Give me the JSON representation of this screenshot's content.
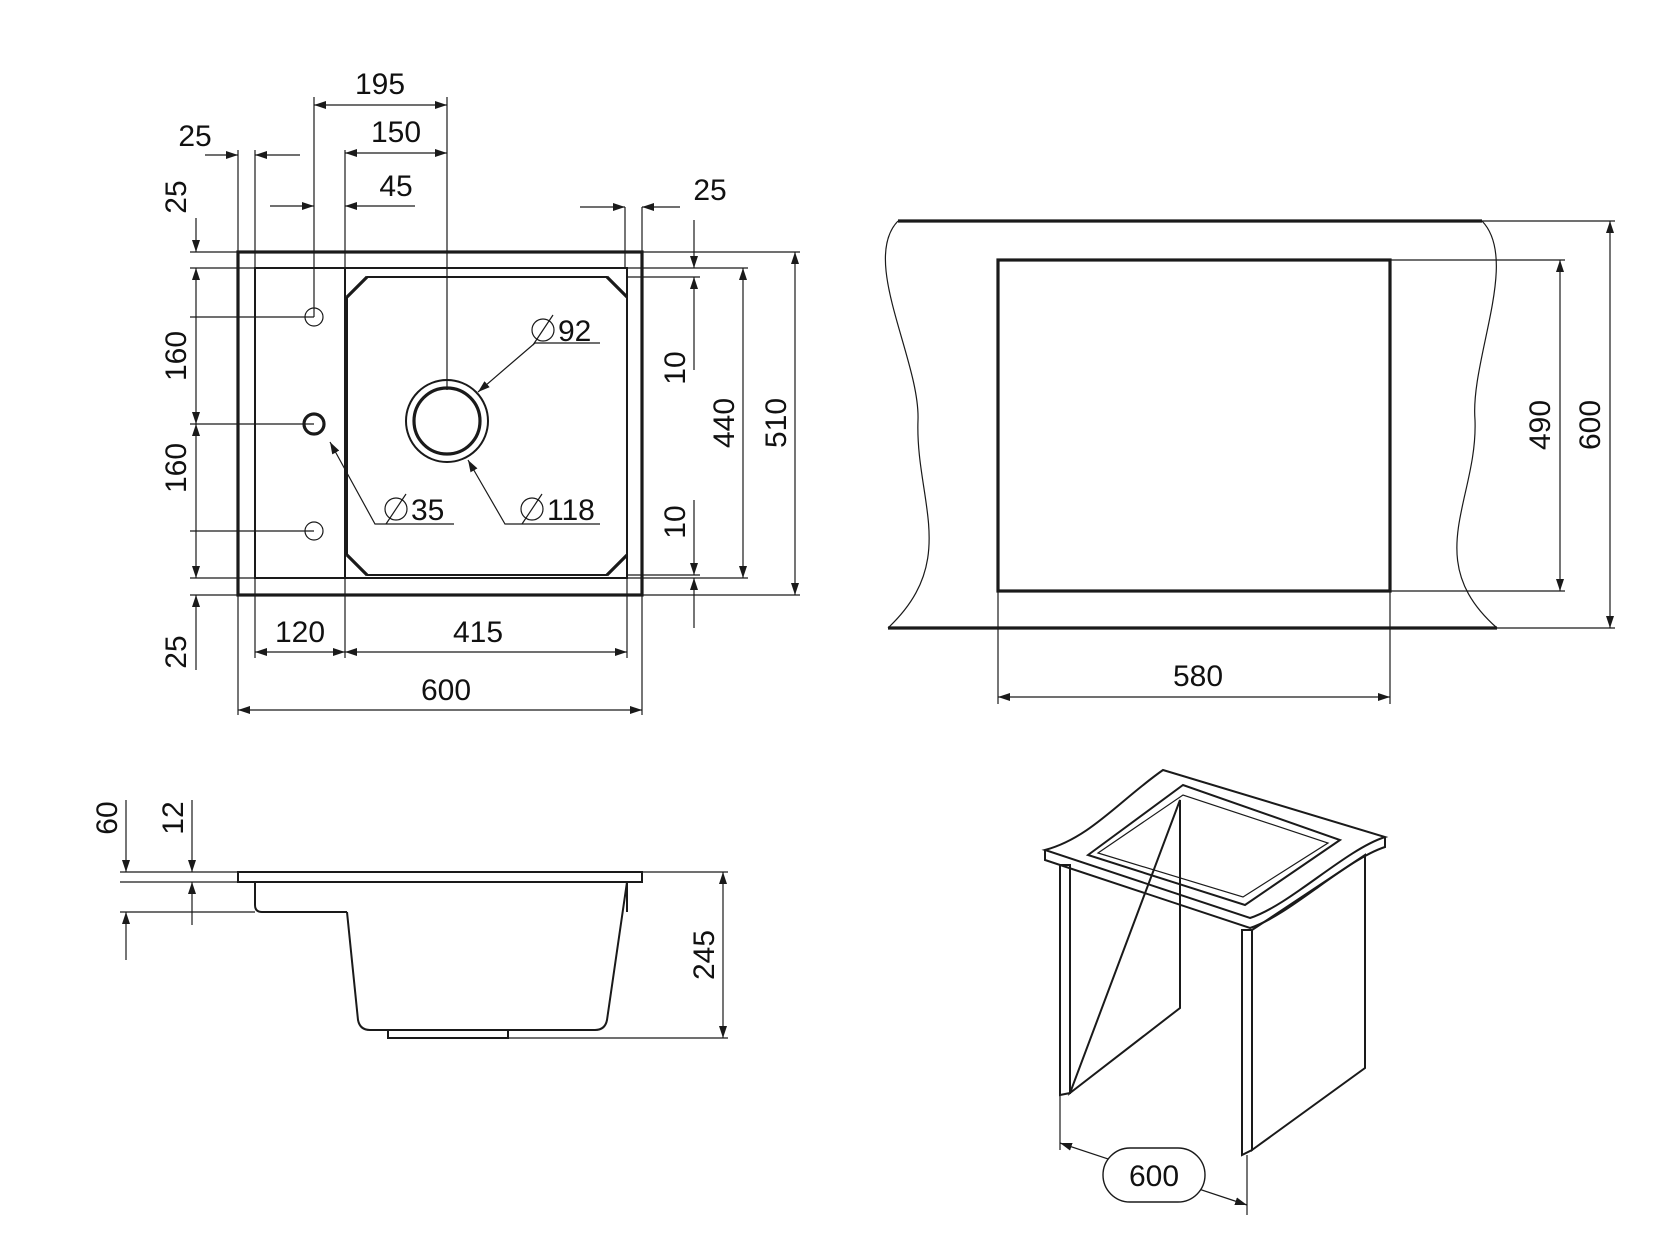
{
  "colors": {
    "line": "#1a1a1a",
    "background": "#ffffff"
  },
  "icons": {
    "diameter": "diameter-symbol"
  },
  "top_view": {
    "dims": {
      "d195": "195",
      "d150": "150",
      "d45": "45",
      "d25_top": "25",
      "d25_left_v": "25",
      "d25_right": "25",
      "d25_bottom": "25",
      "d160_a": "160",
      "d160_b": "160",
      "d120": "120",
      "d415": "415",
      "d600": "600",
      "d10_a": "10",
      "d10_b": "10",
      "d440": "440",
      "d510": "510"
    },
    "diameters": {
      "drain_inner": "92",
      "drain_outer": "118",
      "tap_hole": "35"
    }
  },
  "cutout_view": {
    "dims": {
      "width": "580",
      "depth_inner": "490",
      "depth_outer": "600"
    }
  },
  "side_view": {
    "dims": {
      "d60": "60",
      "d12": "12",
      "d245": "245"
    }
  },
  "cabinet_view": {
    "dims": {
      "width": "600"
    }
  }
}
